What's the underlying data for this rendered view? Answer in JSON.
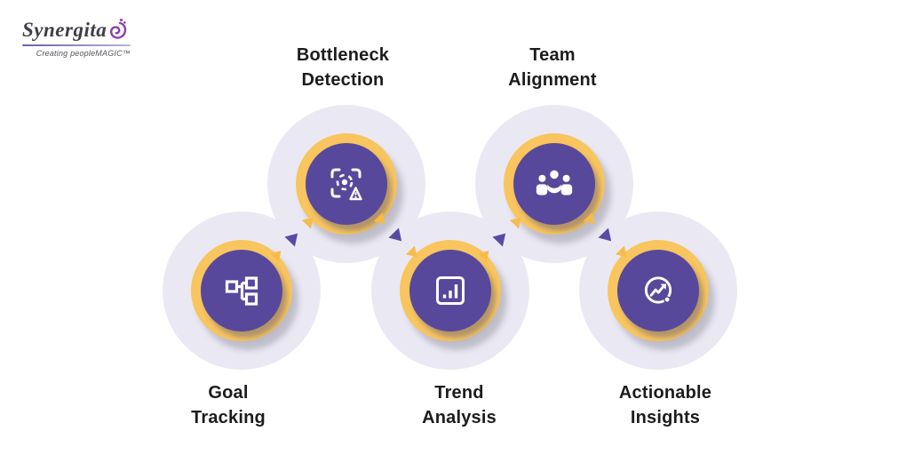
{
  "brand": {
    "name": "Synergita",
    "tagline": "Creating peopleMAGIC™"
  },
  "colors": {
    "node_purple": "#57489B",
    "ring_yellow": "#F8C55E",
    "blob_lavender": "#EAE9F3",
    "arrow_yellow": "#F6BB4A",
    "arrow_purple": "#5B4AA5",
    "label_text": "#1C1C1E",
    "shadow_gray": "#C9C8D2"
  },
  "nodes": [
    {
      "id": "goal-tracking",
      "line1": "Goal",
      "line2": "Tracking",
      "icon": "flowchart-icon",
      "row": "bottom"
    },
    {
      "id": "bottleneck-detection",
      "line1": "Bottleneck",
      "line2": "Detection",
      "icon": "scan-alert-icon",
      "row": "top"
    },
    {
      "id": "trend-analysis",
      "line1": "Trend",
      "line2": "Analysis",
      "icon": "bar-chart-icon",
      "row": "bottom"
    },
    {
      "id": "team-alignment",
      "line1": "Team",
      "line2": "Alignment",
      "icon": "team-icon",
      "row": "top"
    },
    {
      "id": "actionable-insights",
      "line1": "Actionable",
      "line2": "Insights",
      "icon": "trend-up-circle-icon",
      "row": "bottom"
    }
  ],
  "connectors": [
    {
      "from": "goal-tracking",
      "to": "bottleneck-detection",
      "direction": "up",
      "style": "yellow-purple-yellow triangles"
    },
    {
      "from": "bottleneck-detection",
      "to": "trend-analysis",
      "direction": "down",
      "style": "yellow-purple-yellow triangles"
    },
    {
      "from": "trend-analysis",
      "to": "team-alignment",
      "direction": "up",
      "style": "yellow-purple-yellow triangles"
    },
    {
      "from": "team-alignment",
      "to": "actionable-insights",
      "direction": "down",
      "style": "yellow-purple-yellow triangles"
    }
  ]
}
